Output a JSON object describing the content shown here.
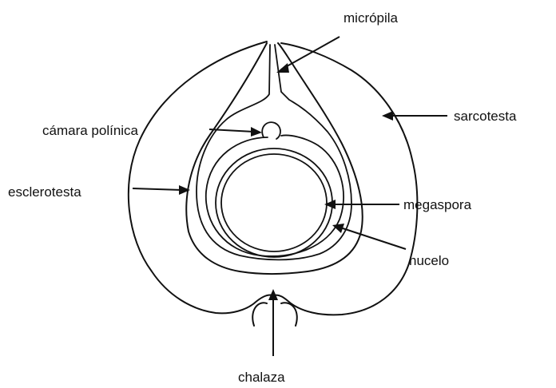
{
  "labels": {
    "micropyle": "micrópila",
    "pollen_chamber": "cámara polínica",
    "sarcotesta": "sarcotesta",
    "sclerotesta": "esclerotesta",
    "megaspore": "megaspora",
    "nucellus": "nucelo",
    "chalaza": "chalaza"
  },
  "colors": {
    "ink": "#111111",
    "background": "#ffffff"
  }
}
